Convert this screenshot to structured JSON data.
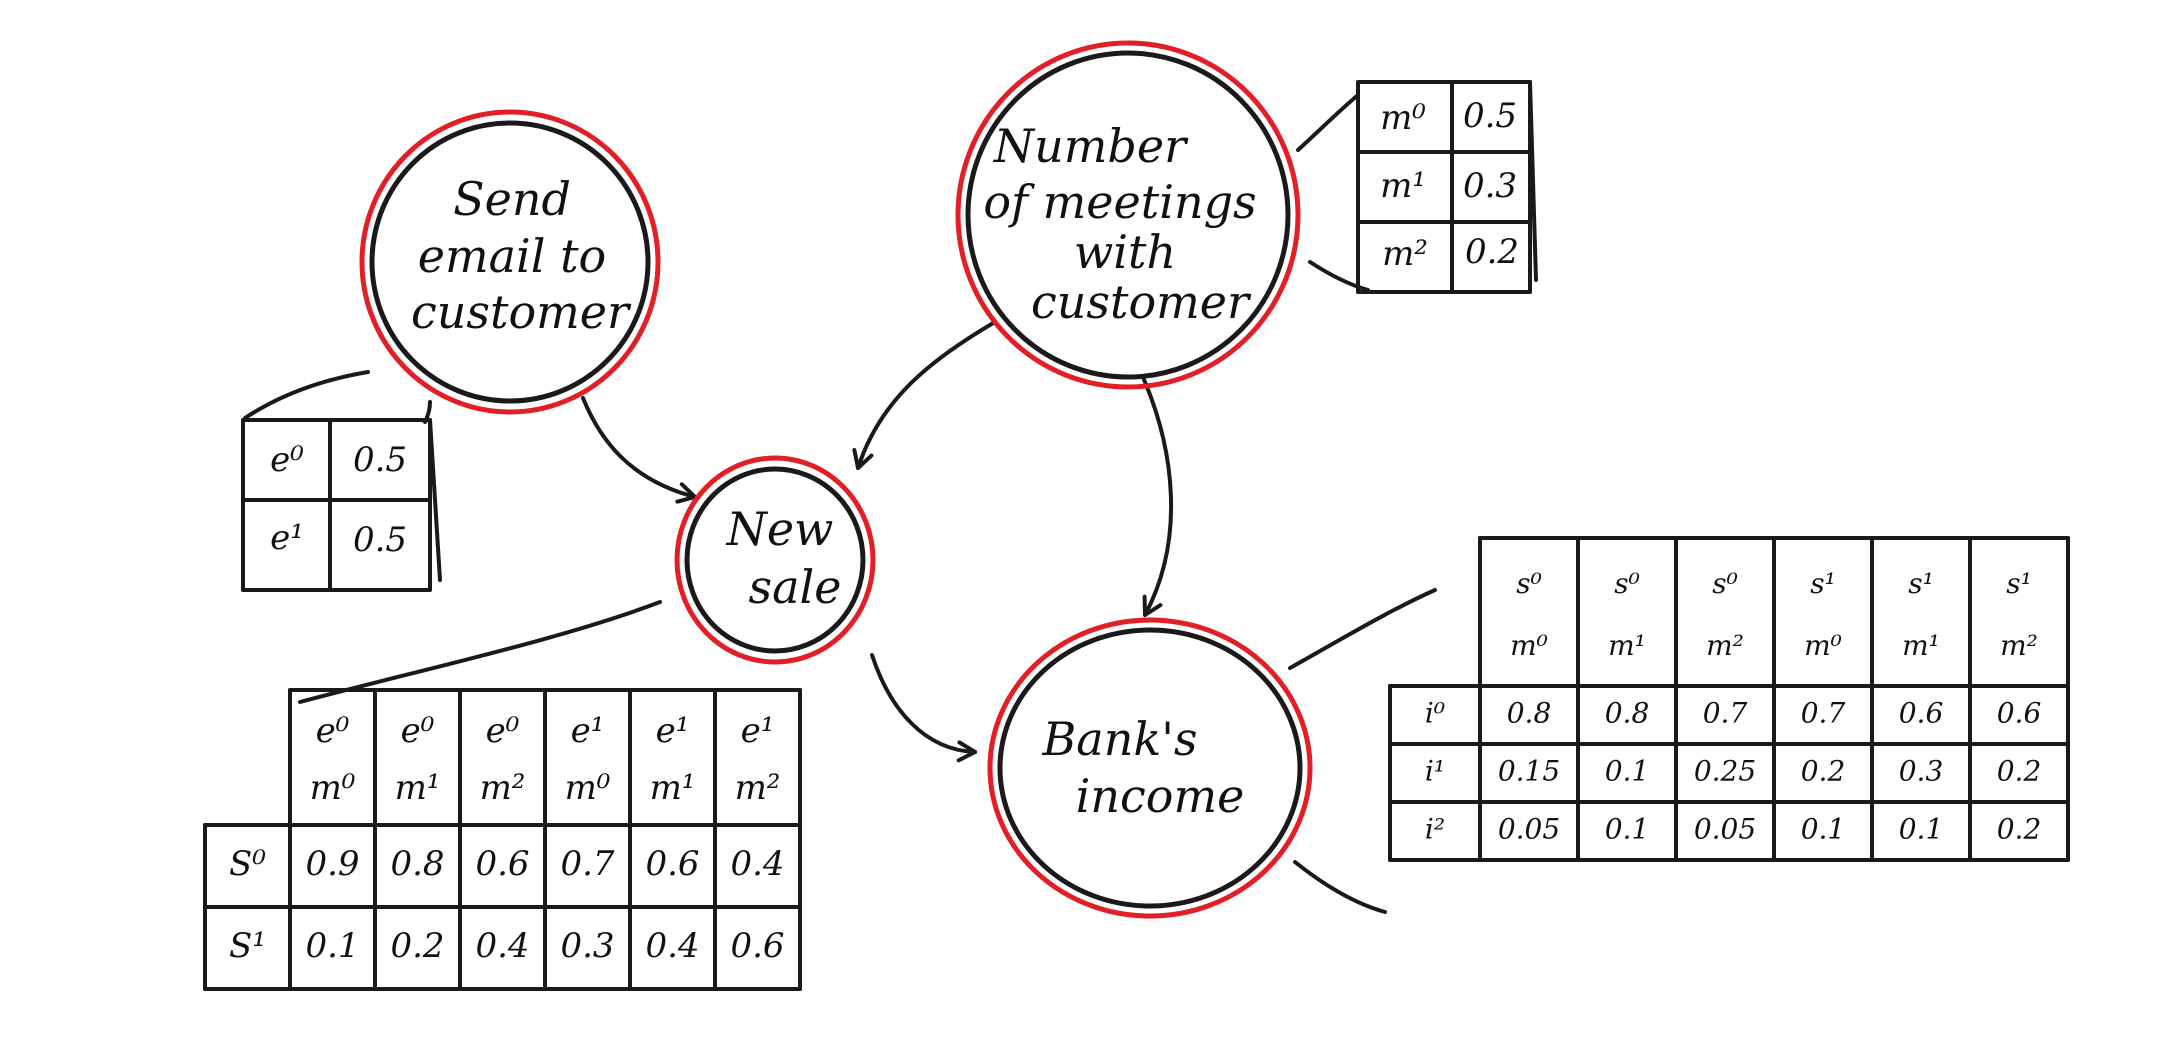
{
  "nodes": {
    "email": {
      "lines": [
        "Send",
        "email to",
        "customer"
      ]
    },
    "meetings": {
      "lines": [
        "Number",
        "of meetings",
        "with",
        "customer"
      ]
    },
    "sale": {
      "lines": [
        "New",
        "sale"
      ]
    },
    "income": {
      "lines": [
        "Bank's",
        "income"
      ]
    }
  },
  "colors": {
    "ring": "#e41e26",
    "ink": "#1a1a1a"
  },
  "tables": {
    "email": {
      "rows": [
        [
          "e⁰",
          "0.5"
        ],
        [
          "e¹",
          "0.5"
        ]
      ]
    },
    "meetings": {
      "rows": [
        [
          "m⁰",
          "0.5"
        ],
        [
          "m¹",
          "0.3"
        ],
        [
          "m²",
          "0.2"
        ]
      ]
    },
    "sale": {
      "header": [
        [
          "e⁰",
          "m⁰"
        ],
        [
          "e⁰",
          "m¹"
        ],
        [
          "e⁰",
          "m²"
        ],
        [
          "e¹",
          "m⁰"
        ],
        [
          "e¹",
          "m¹"
        ],
        [
          "e¹",
          "m²"
        ]
      ],
      "rows": [
        {
          "label": "S⁰",
          "values": [
            "0.9",
            "0.8",
            "0.6",
            "0.7",
            "0.6",
            "0.4"
          ]
        },
        {
          "label": "S¹",
          "values": [
            "0.1",
            "0.2",
            "0.4",
            "0.3",
            "0.4",
            "0.6"
          ]
        }
      ]
    },
    "income": {
      "header": [
        [
          "s⁰",
          "m⁰"
        ],
        [
          "s⁰",
          "m¹"
        ],
        [
          "s⁰",
          "m²"
        ],
        [
          "s¹",
          "m⁰"
        ],
        [
          "s¹",
          "m¹"
        ],
        [
          "s¹",
          "m²"
        ]
      ],
      "rows": [
        {
          "label": "i⁰",
          "values": [
            "0.8",
            "0.8",
            "0.7",
            "0.7",
            "0.6",
            "0.6"
          ]
        },
        {
          "label": "i¹",
          "values": [
            "0.15",
            "0.1",
            "0.25",
            "0.2",
            "0.3",
            "0.2"
          ]
        },
        {
          "label": "i²",
          "values": [
            "0.05",
            "0.1",
            "0.05",
            "0.1",
            "0.1",
            "0.2"
          ]
        }
      ]
    }
  }
}
